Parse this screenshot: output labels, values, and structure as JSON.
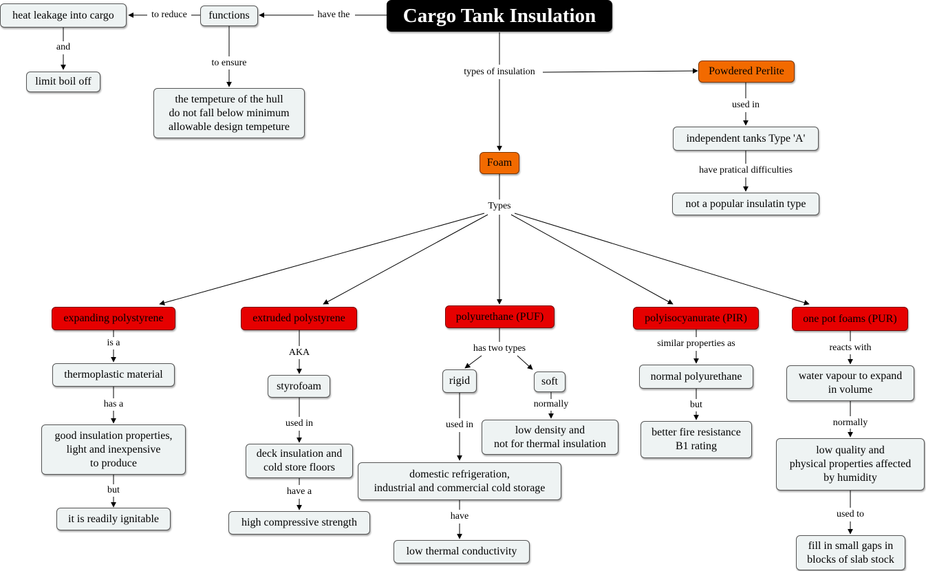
{
  "title": "Cargo Tank Insulation",
  "nodes": {
    "heat_leakage": "heat leakage into cargo",
    "functions": "functions",
    "limit_boil_off": "limit boil off",
    "hull_temp": "the tempeture of the hull\ndo not fall below minimum\nallowable design tempeture",
    "powdered_perlite": "Powdered Perlite",
    "independent_tanks": "independent tanks Type 'A'",
    "not_popular": "not a popular insulatin type",
    "foam": "Foam",
    "expanding_polystyrene": "expanding polystyrene",
    "extruded_polystyrene": "extruded polystyrene",
    "polyurethane": "polyurethane (PUF)",
    "polyisocyanurate": "polyisocyanurate (PIR)",
    "one_pot_foams": "one pot foams (PUR)",
    "thermoplastic": "thermoplastic material",
    "good_insulation": "good insulation properties,\nlight and inexpensive\nto produce",
    "readily_ignitable": "it is readily ignitable",
    "styrofoam": "styrofoam",
    "deck_insulation": "deck insulation and\ncold store floors",
    "high_compressive": "high compressive strength",
    "rigid": "rigid",
    "soft": "soft",
    "low_density": "low density and\nnot for thermal insulation",
    "domestic_refrigeration": "domestic refrigeration,\nindustrial and commercial cold storage",
    "low_thermal": "low thermal conductivity",
    "normal_polyurethane": "normal polyurethane",
    "better_fire": "better fire resistance\nB1 rating",
    "water_vapour": "water vapour to expand\nin volume",
    "low_quality": "low quality and\nphysical properties affected\nby humidity",
    "fill_gaps": "fill in small gaps in\nblocks of slab stock"
  },
  "links": {
    "have_the": "have the",
    "to_reduce": "to reduce",
    "and": "and",
    "to_ensure": "to ensure",
    "types_of_insulation": "types of insulation",
    "used_in_perlite": "used in",
    "have_practical": "have pratical difficulties",
    "types": "Types",
    "is_a": "is a",
    "has_a": "has a",
    "but_eps": "but",
    "aka": "AKA",
    "used_in_xps": "used in",
    "have_a": "have a",
    "has_two_types": "has two types",
    "used_in_rigid": "used in",
    "normally_soft": "normally",
    "have": "have",
    "similar_properties": "similar properties as",
    "but_pir": "but",
    "reacts_with": "reacts with",
    "normally_pur": "normally",
    "used_to": "used to"
  },
  "colors": {
    "title_bg": "#000000",
    "concept_bg": "#eef3f3",
    "orange": "#f26a00",
    "red": "#e60000",
    "line": "#000000"
  }
}
